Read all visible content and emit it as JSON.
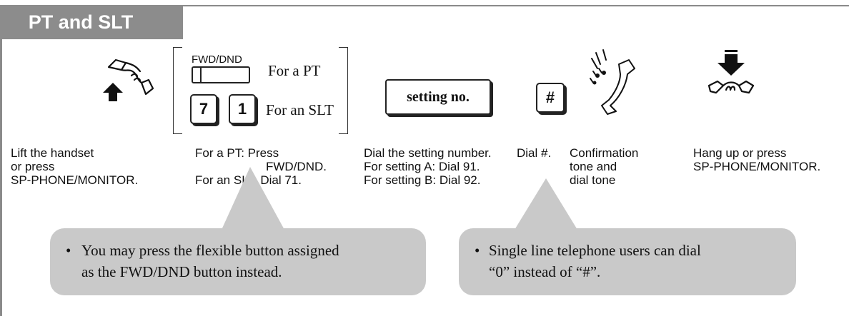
{
  "header": {
    "title": "PT and SLT"
  },
  "steps": {
    "lift": {
      "icon": "lift-handset-icon",
      "caption_lines": [
        "Lift the handset",
        "or press",
        "SP-PHONE/MONITOR."
      ]
    },
    "fwd": {
      "fwd_key_label": "FWD/DND",
      "pt_label": "For a PT",
      "key_7": "7",
      "key_1": "1",
      "slt_label": "For an SLT",
      "caption_lines": [
        "For a PT: Press",
        "FWD/DND.",
        "For an SLT: Dial 71."
      ]
    },
    "setting": {
      "box_label": "setting no.",
      "caption_lines": [
        "Dial the setting number.",
        "For setting A: Dial 91.",
        "For setting B: Dial 92."
      ]
    },
    "hash": {
      "key_label": "#",
      "caption": "Dial #."
    },
    "confirm": {
      "icon": "confirmation-tone-handset-icon",
      "caption_lines": [
        "Confirmation",
        "tone and",
        "dial tone"
      ]
    },
    "hangup": {
      "icon": "hang-up-handset-icon",
      "caption_lines": [
        "Hang up or press",
        "SP-PHONE/MONITOR."
      ]
    }
  },
  "notes": {
    "left": {
      "bullet": "•",
      "lines": [
        "You may press the flexible button assigned",
        "as the FWD/DND button instead."
      ]
    },
    "right": {
      "bullet": "•",
      "lines": [
        "Single line telephone users can dial",
        "“0” instead of “#”."
      ]
    }
  }
}
